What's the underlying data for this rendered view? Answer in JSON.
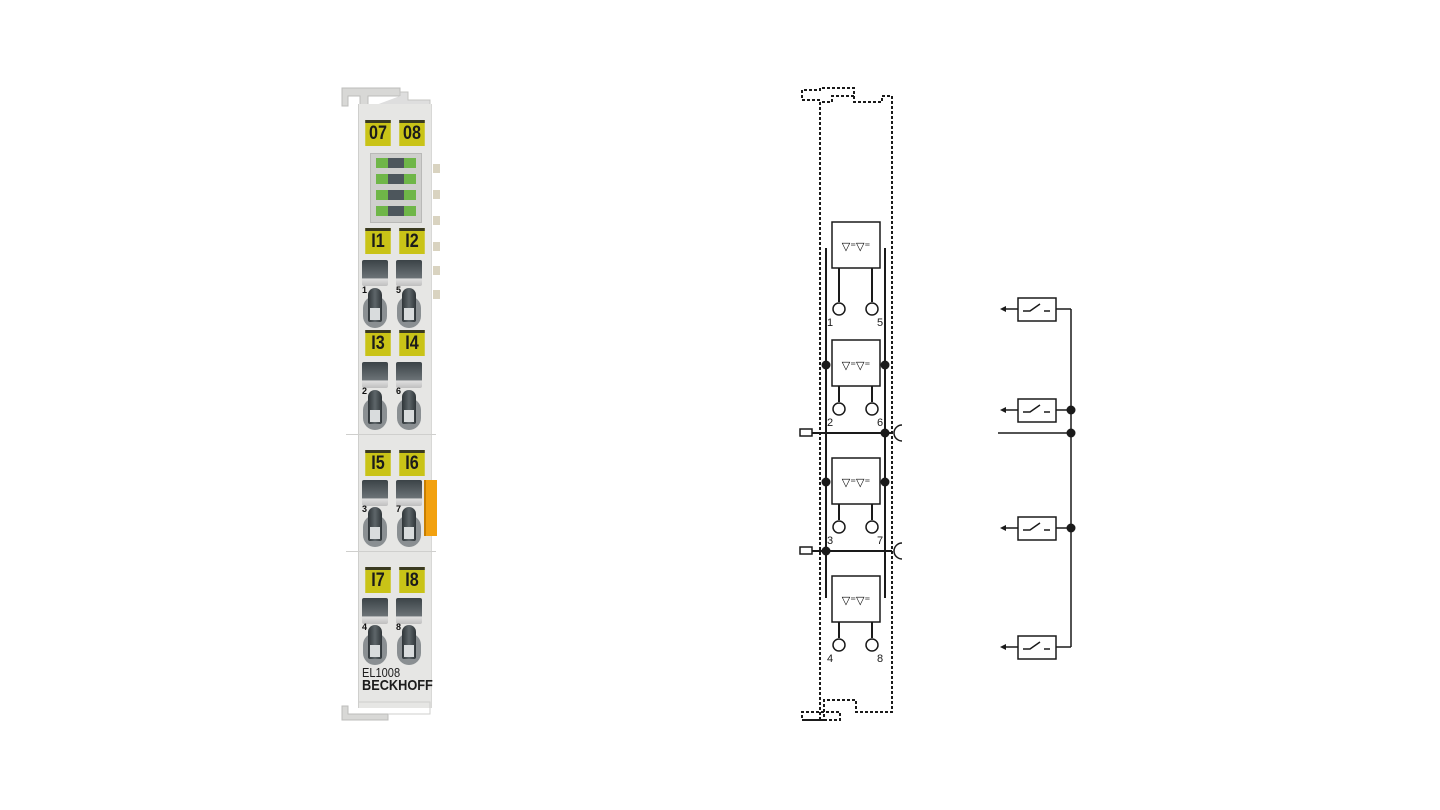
{
  "module": {
    "model": "EL1008",
    "brand": "BECKHOFF",
    "top_labels": [
      "07",
      "08"
    ],
    "channel_labels": [
      [
        "I1",
        "I2"
      ],
      [
        "I3",
        "I4"
      ],
      [
        "I5",
        "I6"
      ],
      [
        "I7",
        "I8"
      ]
    ],
    "terminal_numbers": [
      [
        "1",
        "5"
      ],
      [
        "2",
        "6"
      ],
      [
        "3",
        "7"
      ],
      [
        "4",
        "8"
      ]
    ],
    "led_count": 4,
    "colors": {
      "label_yellow": "#c9c317",
      "led_green": "#6fb648",
      "body_grey": "#e6e6e4",
      "accent_orange": "#f2a10f"
    }
  },
  "schematic": {
    "terminal_numbers": [
      [
        "1",
        "5"
      ],
      [
        "2",
        "6"
      ],
      [
        "3",
        "7"
      ],
      [
        "4",
        "8"
      ]
    ],
    "optocoupler_count": 4
  },
  "wiring": {
    "switch_count": 4,
    "line_color": "#1a1a1a"
  }
}
